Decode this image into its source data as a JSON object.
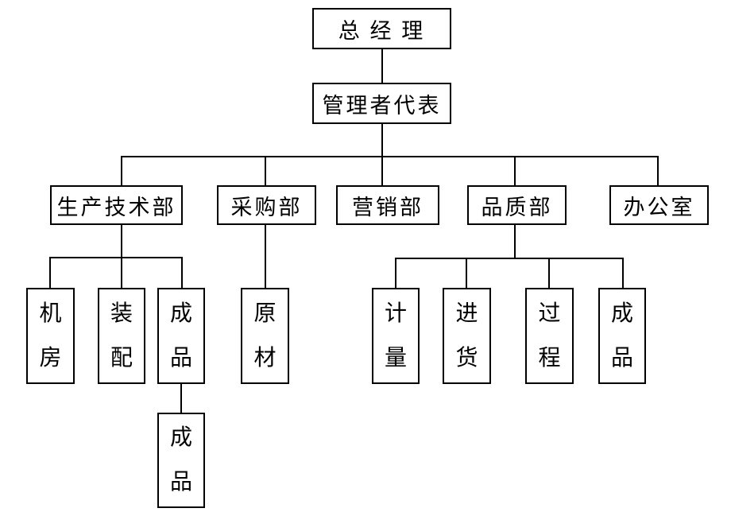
{
  "diagram": {
    "type": "org-chart",
    "line_color": "#000000",
    "background_color": "#ffffff"
  },
  "nodes": {
    "gm": "总 经 理",
    "rep": "管理者代表",
    "prod_tech": "生产技术部",
    "purchasing": "采购部",
    "marketing": "营销部",
    "quality": "品质部",
    "office": "办公室",
    "machine_room": "机房",
    "assembly": "装配",
    "finished_prod": "成品",
    "raw_material": "原材",
    "measurement": "计量",
    "incoming": "进货",
    "process": "过程",
    "finished_quality": "成品",
    "finished_sub": "成品"
  },
  "edges": [
    [
      "总 经 理",
      "管理者代表"
    ],
    [
      "管理者代表",
      "生产技术部"
    ],
    [
      "管理者代表",
      "采购部"
    ],
    [
      "管理者代表",
      "营销部"
    ],
    [
      "管理者代表",
      "品质部"
    ],
    [
      "管理者代表",
      "办公室"
    ],
    [
      "生产技术部",
      "机房"
    ],
    [
      "生产技术部",
      "装配"
    ],
    [
      "生产技术部",
      "成品"
    ],
    [
      "采购部",
      "原材"
    ],
    [
      "品质部",
      "计量"
    ],
    [
      "品质部",
      "进货"
    ],
    [
      "品质部",
      "过程"
    ],
    [
      "品质部",
      "成品"
    ],
    [
      "成品",
      "成品"
    ]
  ]
}
